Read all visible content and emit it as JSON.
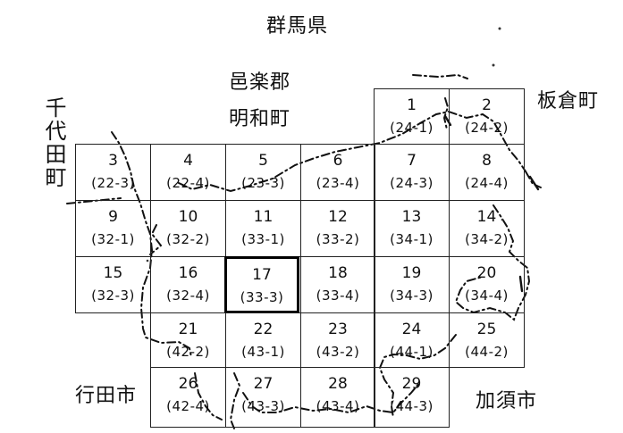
{
  "regions": {
    "north": "群馬県",
    "oura_gun": "邑楽郡",
    "meiwa": "明和町",
    "itakura": "板倉町",
    "chiyoda": "千代田町",
    "gyoda": "行田市",
    "kazo": "加須市"
  },
  "grid": {
    "highlighted_cell": "17",
    "cells": [
      {
        "num": "1",
        "code": "(24-1)"
      },
      {
        "num": "2",
        "code": "(24-2)"
      },
      {
        "num": "3",
        "code": "(22-3)"
      },
      {
        "num": "4",
        "code": "(22-4)"
      },
      {
        "num": "5",
        "code": "(23-3)"
      },
      {
        "num": "6",
        "code": "(23-4)"
      },
      {
        "num": "7",
        "code": "(24-3)"
      },
      {
        "num": "8",
        "code": "(24-4)"
      },
      {
        "num": "9",
        "code": "(32-1)"
      },
      {
        "num": "10",
        "code": "(32-2)"
      },
      {
        "num": "11",
        "code": "(33-1)"
      },
      {
        "num": "12",
        "code": "(33-2)"
      },
      {
        "num": "13",
        "code": "(34-1)"
      },
      {
        "num": "14",
        "code": "(34-2)"
      },
      {
        "num": "15",
        "code": "(32-3)"
      },
      {
        "num": "16",
        "code": "(32-4)"
      },
      {
        "num": "17",
        "code": "(33-3)"
      },
      {
        "num": "18",
        "code": "(33-4)"
      },
      {
        "num": "19",
        "code": "(34-3)"
      },
      {
        "num": "20",
        "code": "(34-4)"
      },
      {
        "num": "21",
        "code": "(42-2)"
      },
      {
        "num": "22",
        "code": "(43-1)"
      },
      {
        "num": "23",
        "code": "(43-2)"
      },
      {
        "num": "24",
        "code": "(44-1)"
      },
      {
        "num": "25",
        "code": "(44-2)"
      },
      {
        "num": "26",
        "code": "(42-4)"
      },
      {
        "num": "27",
        "code": "(43-3)"
      },
      {
        "num": "28",
        "code": "(43-4)"
      },
      {
        "num": "29",
        "code": "(44-3)"
      }
    ]
  }
}
